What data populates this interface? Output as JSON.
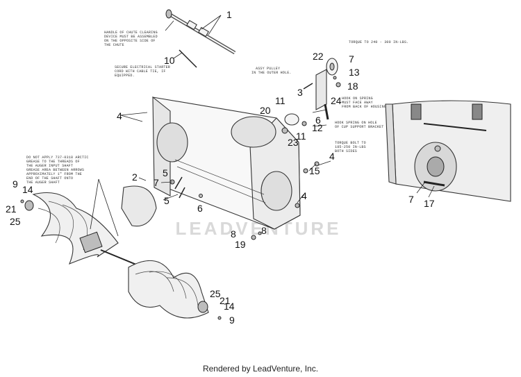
{
  "callouts": [
    "1",
    "10",
    "22",
    "7",
    "13",
    "18",
    "3",
    "11",
    "20",
    "6",
    "12",
    "24",
    "11",
    "23",
    "4",
    "4",
    "2",
    "5",
    "7",
    "5",
    "6",
    "9",
    "14",
    "21",
    "25",
    "15",
    "4",
    "8",
    "8",
    "19",
    "7",
    "17",
    "25",
    "21",
    "14",
    "9"
  ],
  "notes": [
    "HANDLE OF CHUTE CLEARING",
    "DEVICE MUST BE ASSEMBLED",
    "ON THE OPPOSITE SIDE OF",
    "THE CHUTE",
    "SECURE ELECTRICAL STARTER",
    "CORD WITH CABLE TIE, IF",
    "EQUIPPED.",
    "TORQUE TO 240 - 300 IN-LBS.",
    "ASSY PULLEY",
    "IN THE OUTER HOLE.",
    "HOOK ON SPRING",
    "MUST FACE AWAY",
    "FROM BACK OF HOUSING",
    "HOOK SPRING ON HOLE",
    "OF CUP SUPPORT BRACKET",
    "TORQUE BOLT TO",
    "185-250 IN-LBS",
    "BOTH SIDES",
    "DO NOT APPLY 737-0318 ARCTIC",
    "GREASE TO THE THREADS OF",
    "THE AUGER INPUT SHAFT",
    "GREASE AREA BETWEEN ARROWS",
    "APPROXIMATELY 1\" FROM THE",
    "END OF THE SHAFT ONTO",
    "THE AUGER SHAFT"
  ],
  "watermark": "LEADVENTURE",
  "footer": "Rendered by LeadVenture, Inc."
}
